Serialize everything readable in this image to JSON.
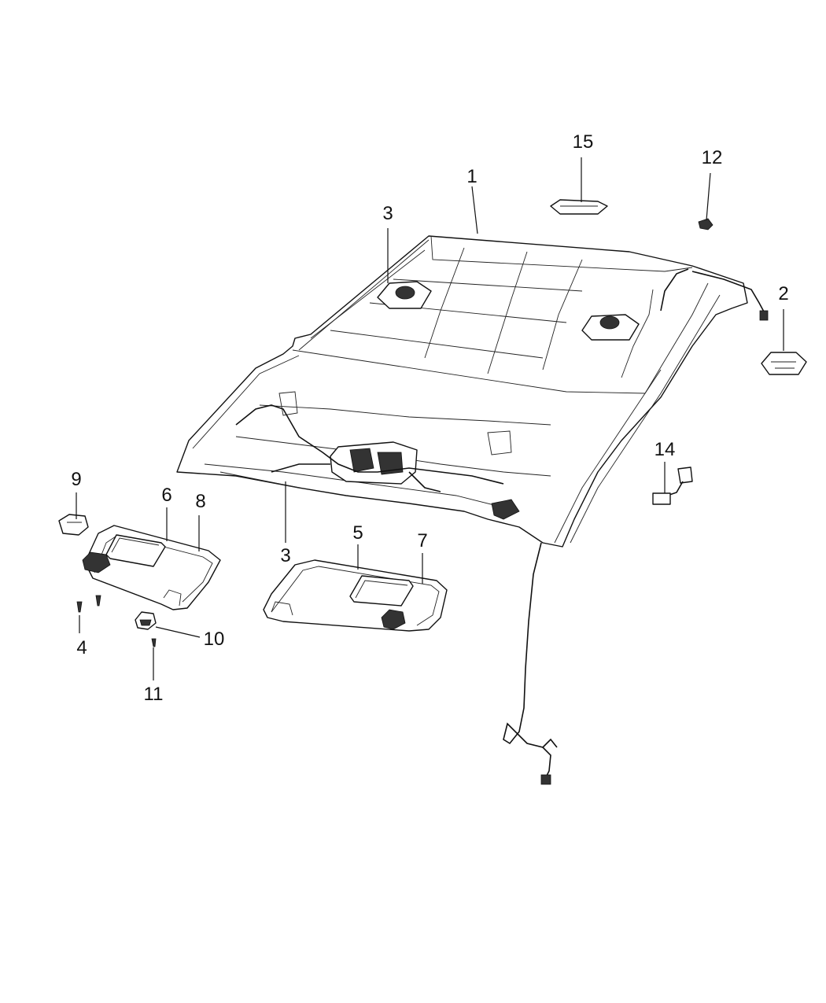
{
  "diagram": {
    "callouts": [
      {
        "id": "c1",
        "label": "1"
      },
      {
        "id": "c2",
        "label": "2"
      },
      {
        "id": "c3a",
        "label": "3"
      },
      {
        "id": "c3b",
        "label": "3"
      },
      {
        "id": "c4",
        "label": "4"
      },
      {
        "id": "c5",
        "label": "5"
      },
      {
        "id": "c6",
        "label": "6"
      },
      {
        "id": "c7",
        "label": "7"
      },
      {
        "id": "c8",
        "label": "8"
      },
      {
        "id": "c9",
        "label": "9"
      },
      {
        "id": "c10",
        "label": "10"
      },
      {
        "id": "c11",
        "label": "11"
      },
      {
        "id": "c12",
        "label": "12"
      },
      {
        "id": "c14",
        "label": "14"
      },
      {
        "id": "c15",
        "label": "15"
      }
    ]
  }
}
